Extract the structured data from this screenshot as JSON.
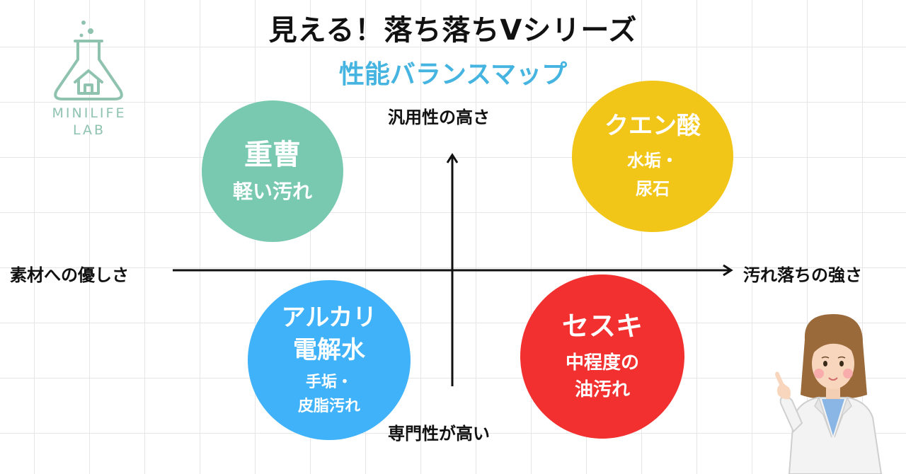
{
  "header": {
    "title": "見える！落ち落ちVシリーズ",
    "subtitle": "性能バランスマップ"
  },
  "logo": {
    "line1": "MINILIFE",
    "line2": "LAB",
    "icon": "flask-house-icon"
  },
  "axes": {
    "top": "汎用性の高さ",
    "bottom": "専門性が高い",
    "left": "素材への優しさ",
    "right": "汚れ落ちの強さ"
  },
  "quadrants": {
    "baking_soda": {
      "name": "重曹",
      "desc": "軽い汚れ"
    },
    "citric_acid": {
      "name": "クエン酸",
      "desc1": "水垢・",
      "desc2": "尿石"
    },
    "alkaline_water": {
      "name1": "アルカリ",
      "name2": "電解水",
      "desc1": "手垢・",
      "desc2": "皮脂汚れ"
    },
    "sesquicarbonate": {
      "name": "セスキ",
      "desc1": "中程度の",
      "desc2": "油汚れ"
    }
  },
  "colors": {
    "baking_soda": "#79c9b0",
    "citric_acid": "#f2c618",
    "alkaline_water": "#3fb2f9",
    "sesquicarbonate": "#f23030",
    "subtitle": "#45b4e0",
    "logo": "#8fc3b0",
    "axis": "#111111"
  },
  "character": {
    "icon": "scientist-woman-pointing-icon"
  }
}
